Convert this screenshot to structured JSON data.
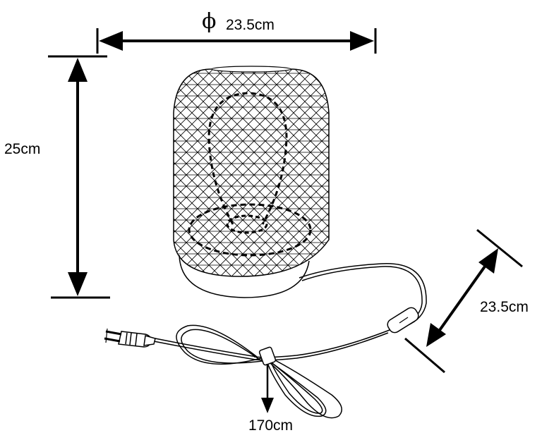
{
  "dimensions": {
    "diameter_symbol": "ϕ",
    "diameter": "23.5cm",
    "height": "25cm",
    "depth": "23.5cm",
    "cable_length": "170cm"
  },
  "colors": {
    "line": "#000000",
    "background": "#ffffff"
  },
  "icons": {
    "lamp": "mesh-table-lamp-icon",
    "plug": "power-plug-icon",
    "switch": "inline-switch-icon"
  }
}
